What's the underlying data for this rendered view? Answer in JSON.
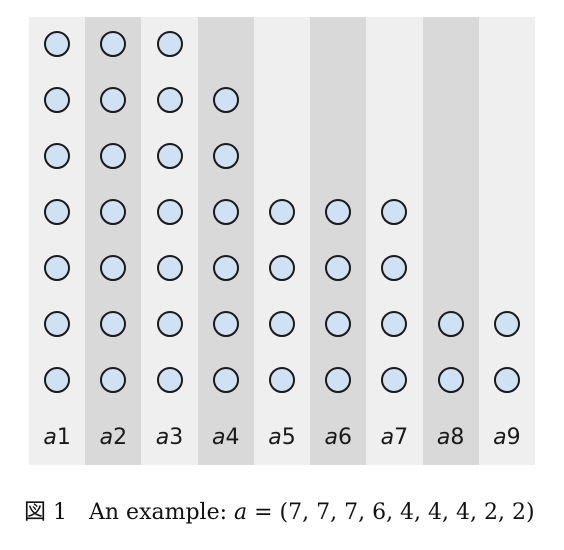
{
  "figure": {
    "variable": "a",
    "columns": [
      {
        "label": "1",
        "count": 7
      },
      {
        "label": "2",
        "count": 7
      },
      {
        "label": "3",
        "count": 7
      },
      {
        "label": "4",
        "count": 6
      },
      {
        "label": "5",
        "count": 4
      },
      {
        "label": "6",
        "count": 4
      },
      {
        "label": "7",
        "count": 4
      },
      {
        "label": "8",
        "count": 2
      },
      {
        "label": "9",
        "count": 2
      }
    ],
    "max_rows": 7,
    "colors": {
      "dot_fill": "#cfe2f3",
      "dot_stroke": "#1a1a1a",
      "column_light": "#efefef",
      "column_dark": "#d9d9d9"
    }
  },
  "caption": {
    "figure_number": "図 1",
    "prefix": "An example: ",
    "math_var": "a",
    "equation": " = (7, 7, 7, 6, 4, 4, 4, 2, 2)"
  }
}
